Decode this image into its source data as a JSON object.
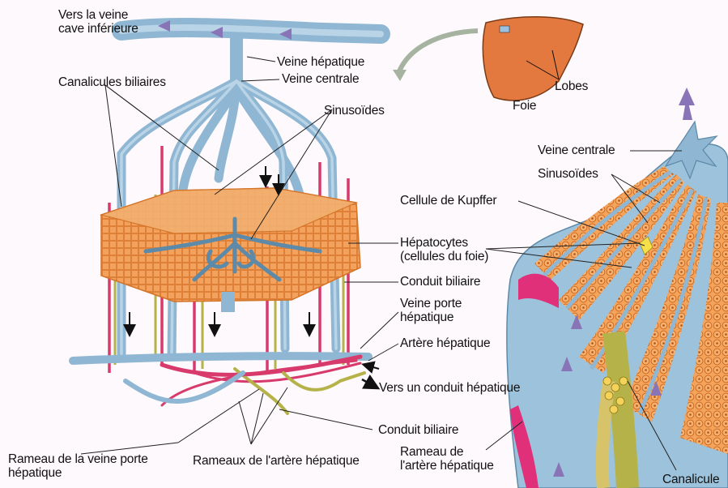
{
  "labels": {
    "vena_cava": [
      "Vers la veine",
      "cave inférieure"
    ],
    "veine_hepatique": "Veine hépatique",
    "veine_centrale_top": "Veine centrale",
    "canalicules_biliaires": "Canalicules biliaires",
    "sinusoides_left": "Sinusoïdes",
    "lobes": "Lobes",
    "foie": "Foie",
    "veine_centrale_right": "Veine centrale",
    "sinusoides_right": "Sinusoïdes",
    "kupffer": "Cellule de Kupffer",
    "hepatocytes": [
      "Hépatocytes",
      "(cellules du foie)"
    ],
    "conduit_biliaire_mid": "Conduit biliaire",
    "veine_porte": [
      "Veine porte",
      "hépatique"
    ],
    "artere_hepatique": "Artère hépatique",
    "vers_conduit": "Vers un conduit hépatique",
    "conduit_biliaire_bottom": "Conduit biliaire",
    "rameau_veine_porte": [
      "Rameau de la veine porte",
      "hépatique"
    ],
    "rameaux_artere": "Rameaux de l'artère hépatique",
    "rameau_artere_right": [
      "Rameau de",
      "l'artère hépatique"
    ],
    "canalicule": "Canalicule"
  },
  "colors": {
    "background": "#fdf9fc",
    "vein_blue": "#8fb6d2",
    "vein_dark": "#5d8aa8",
    "artery_red": "#d83a6c",
    "bile_green": "#b6b24a",
    "hepatocyte_orange": "#f09a4e",
    "liver_orange": "#e4793f",
    "arrow_purple": "#8a74b8",
    "leader_line": "#222222"
  },
  "icons": [
    "flow-arrow-icon",
    "down-arrow-icon",
    "curved-arrow-icon"
  ]
}
